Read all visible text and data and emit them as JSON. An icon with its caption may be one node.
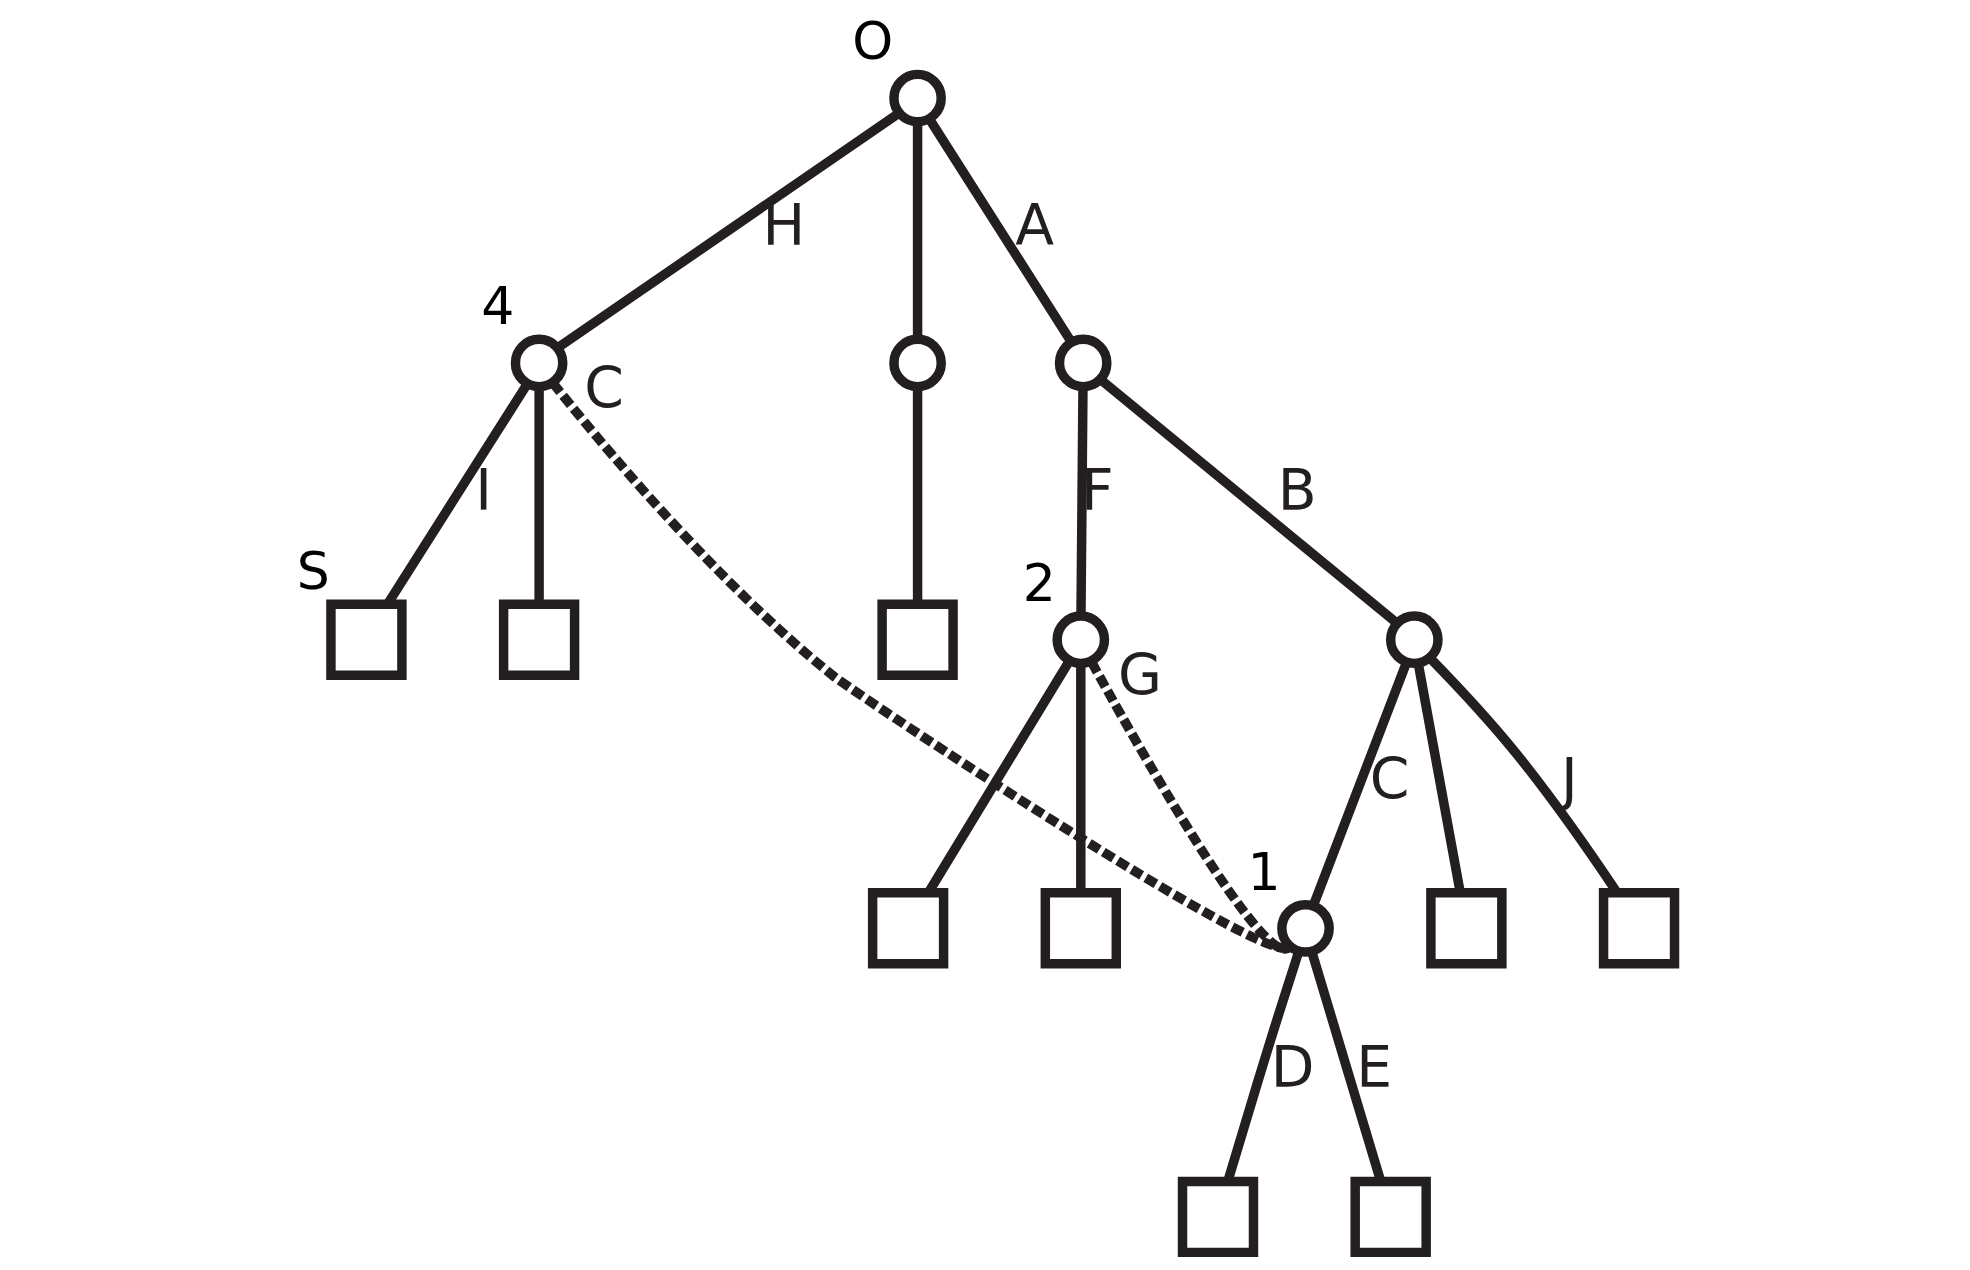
{
  "diagram": {
    "nodes": [
      {
        "text": [],
        "shape": "circle",
        "beside": [
          "O"
        ]
      },
      {
        "text": [],
        "shape": "circle",
        "beside": [
          "4"
        ]
      },
      {
        "text": [],
        "shape": "circle"
      },
      {
        "text": [],
        "shape": "circle"
      },
      {
        "text": [],
        "shape": "box",
        "beside": [
          "S"
        ]
      },
      {
        "text": [],
        "shape": "box"
      },
      {
        "text": [],
        "shape": "box"
      },
      {
        "text": [],
        "shape": "circle",
        "beside": [
          "2"
        ]
      },
      {
        "text": [],
        "shape": "circle"
      },
      {
        "text": [],
        "shape": "box"
      },
      {
        "text": [],
        "shape": "box"
      },
      {
        "text": [],
        "shape": "circle",
        "beside": [
          "1"
        ]
      },
      {
        "text": [],
        "shape": "box"
      },
      {
        "text": [],
        "shape": "box"
      },
      {
        "text": [],
        "shape": "box"
      },
      {
        "text": [],
        "shape": "box"
      }
    ],
    "edges": [
      {
        "from": 0,
        "to": 1,
        "arrow": "none",
        "label": "H"
      },
      {
        "from": 0,
        "to": 2,
        "arrow": "none"
      },
      {
        "from": 0,
        "to": 3,
        "arrow": "none",
        "label": "A"
      },
      {
        "from": 1,
        "to": 4,
        "arrow": "none",
        "label": "I"
      },
      {
        "from": 1,
        "to": 5,
        "arrow": "none"
      },
      {
        "from": 2,
        "to": 6,
        "arrow": "none"
      },
      {
        "from": 3,
        "to": 7,
        "arrow": "none",
        "label": "F"
      },
      {
        "from": 3,
        "to": 8,
        "arrow": "none",
        "label": "B"
      },
      {
        "from": 7,
        "to": 9,
        "arrow": "none"
      },
      {
        "from": 7,
        "to": 10,
        "arrow": "none"
      },
      {
        "from": 8,
        "to": 11,
        "arrow": "none",
        "label": "C"
      },
      {
        "from": 8,
        "to": 12,
        "arrow": "none"
      },
      {
        "from": 8,
        "to": 13,
        "arrow": "none",
        "label": "J"
      },
      {
        "from": 11,
        "to": 14,
        "arrow": "none",
        "label": "D"
      },
      {
        "from": 11,
        "to": 15,
        "arrow": "none",
        "label": "E"
      },
      {
        "from": 1,
        "to": 11,
        "arrow": "none",
        "label": "C",
        "style": "dashed"
      },
      {
        "from": 7,
        "to": 11,
        "arrow": "none",
        "label": "G",
        "style": "dashed"
      }
    ]
  }
}
